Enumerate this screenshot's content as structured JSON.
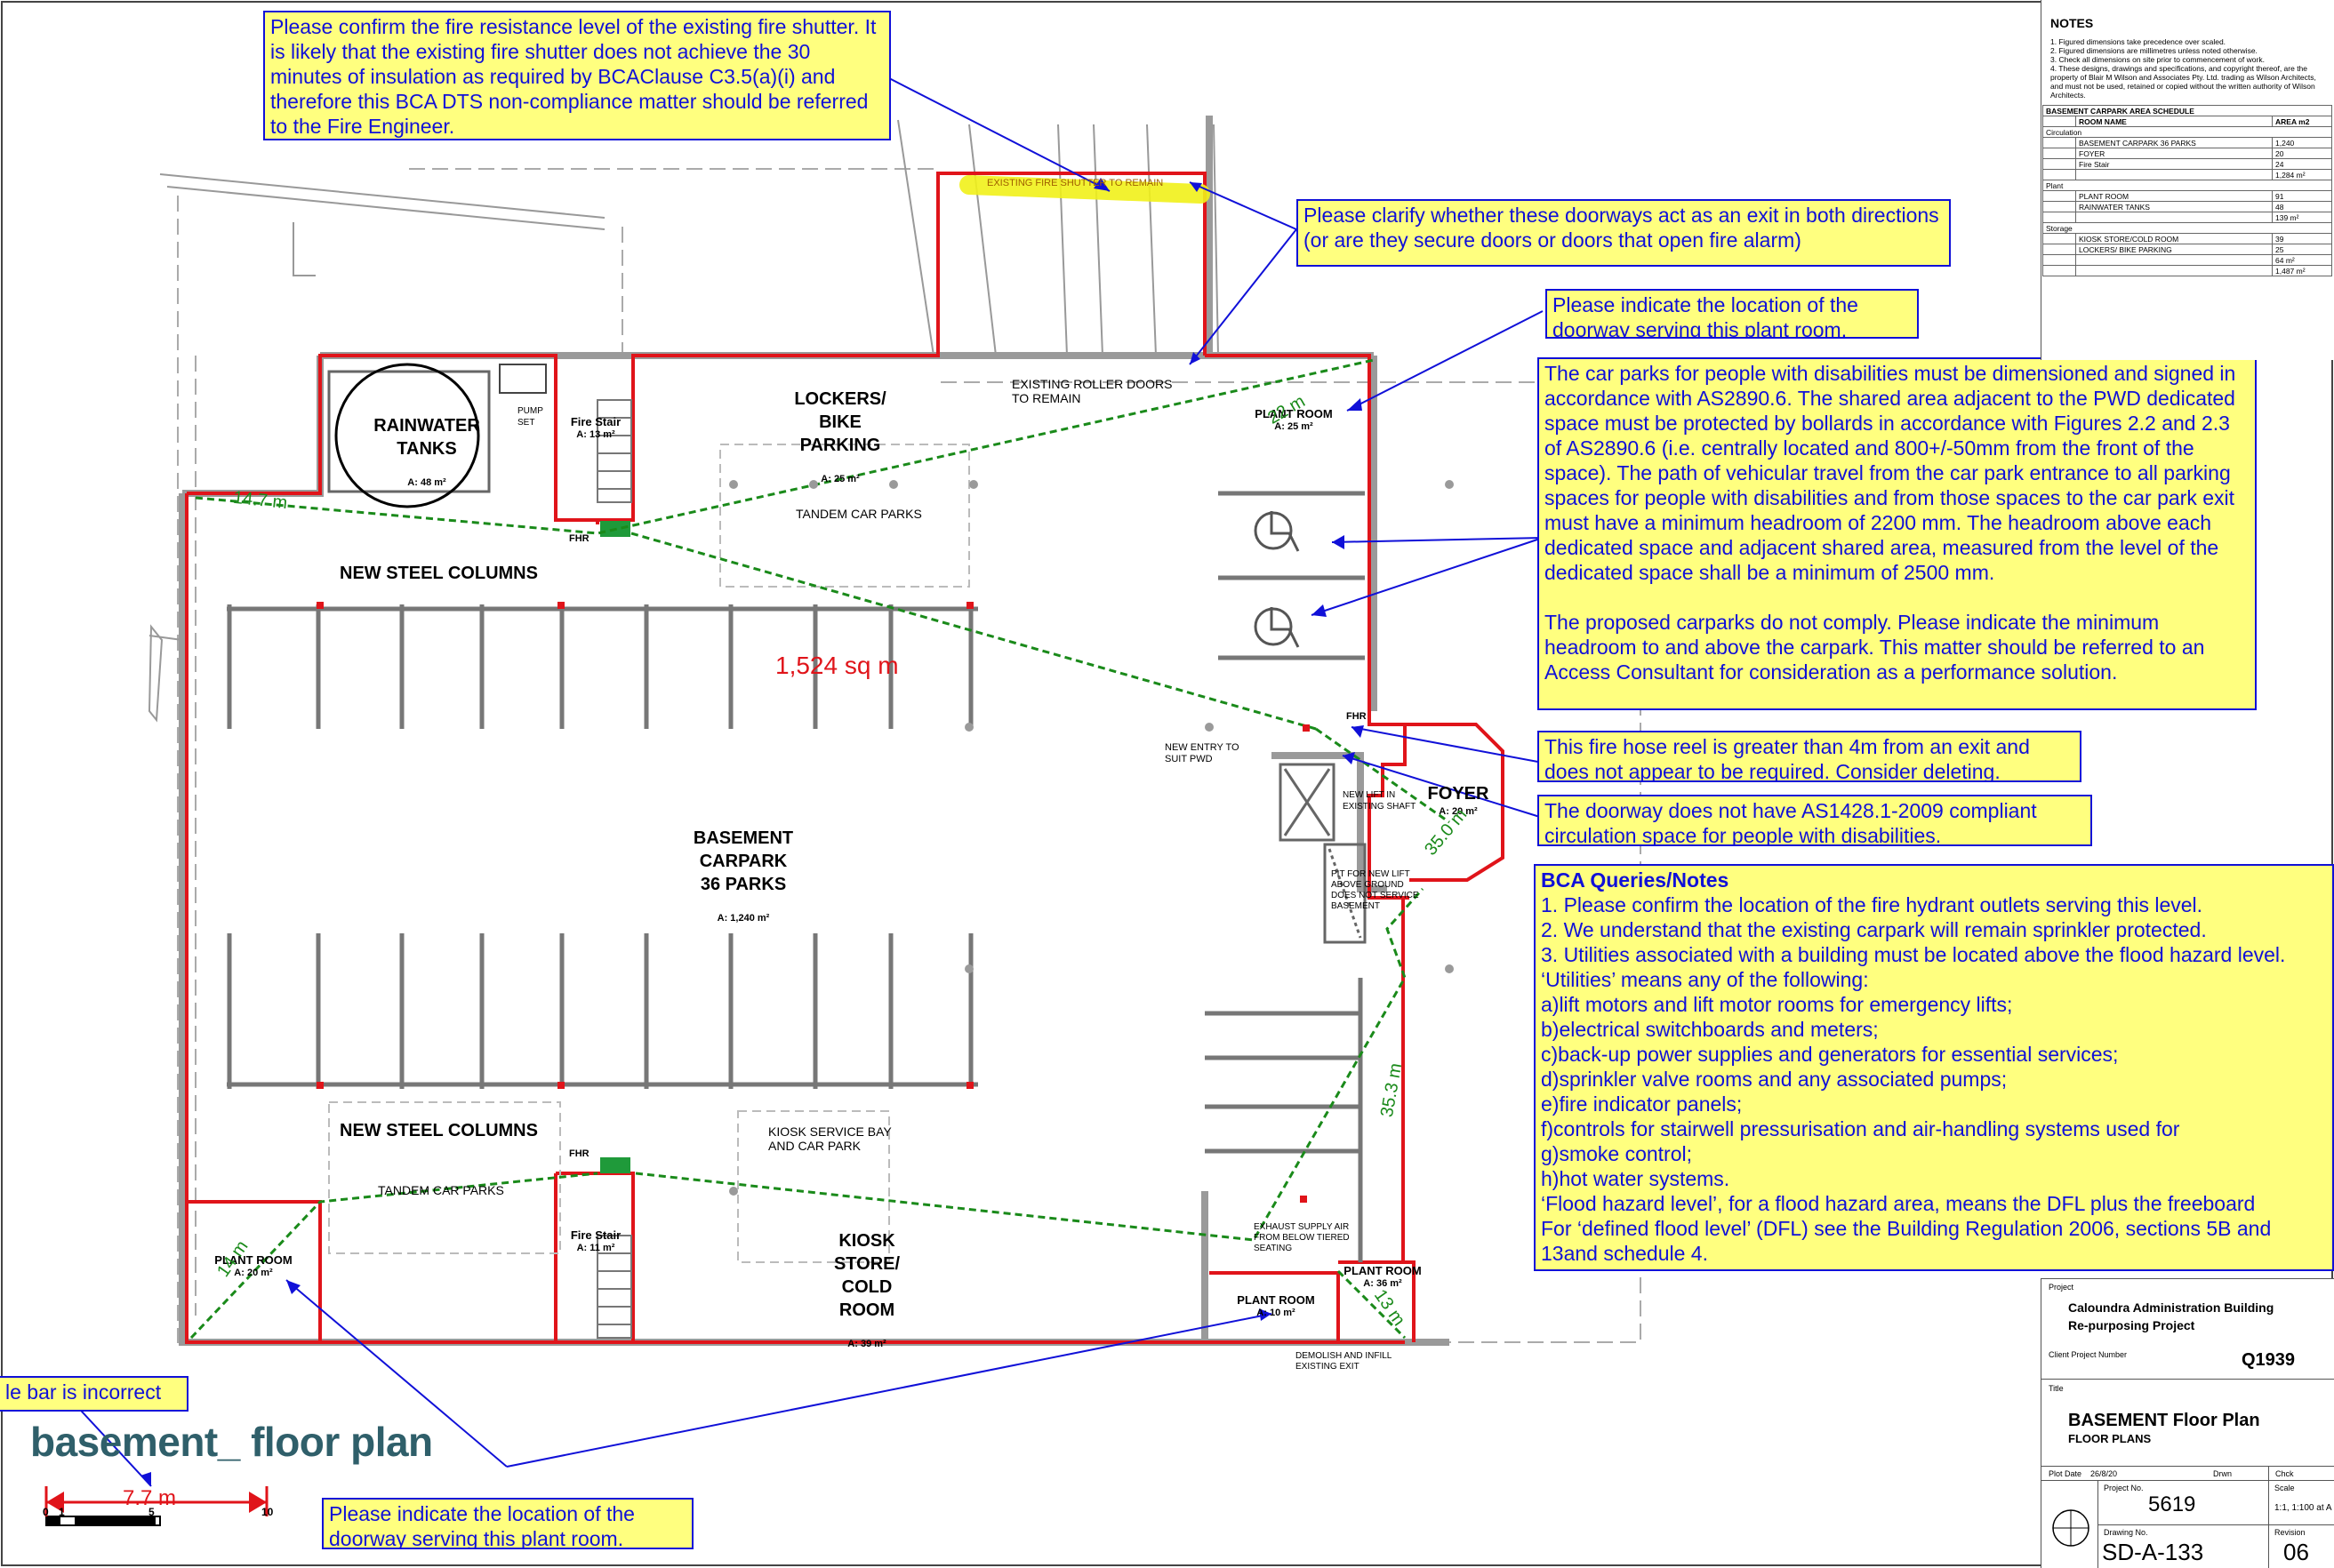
{
  "callouts": {
    "fire_shutter": "Please confirm the fire resistance level of the existing fire shutter.  It is likely that the existing fire shutter does not achieve the 30 minutes of insulation as required by BCAClause C3.5(a)(i) and therefore this BCA DTS non-compliance matter should be referred to the Fire Engineer.",
    "doorways_exit": "Please clarify whether these doorways act as an exit in both directions (or are they secure doors or doors that open fire alarm)",
    "plant_room_doorway_top": "Please indicate the location of the doorway serving this plant room.",
    "pwd_carparks": "The car parks for people with disabilities must be dimensioned and signed in accordance with AS2890.6.  The shared area adjacent to the PWD dedicated space must be protected by bollards in accordance with Figures 2.2 and 2.3 of AS2890.6 (i.e. centrally located and 800+/-50mm from the front of the space). The path of vehicular travel from the car park entrance to all parking spaces for people with disabilities and from those spaces to the car park exit must have a minimum headroom of 2200 mm.  The headroom above each dedicated space and adjacent shared area, measured from the level of the dedicated space shall be a minimum of 2500 mm.\n\nThe proposed carparks do not comply.  Please indicate the minimum headroom to and above the carpark.  This matter should be referred to an Access Consultant for consideration as a performance solution.",
    "fire_hose_reel": "This fire hose reel is greater than 4m from an exit and does not appear to be required.  Consider deleting.",
    "doorway_circulation": "The doorway does not have AS1428.1-2009 compliant circulation space for people with disabilities.",
    "bca_title": "BCA Queries/Notes",
    "bca_body": "1. Please confirm the location of the fire hydrant outlets serving this level.\n2. We understand that the existing carpark will remain sprinkler protected.\n3. Utilities associated with a building must be located above the flood hazard level.\n‘Utilities’ means any of the following:\n   a)lift motors and lift motor rooms for emergency lifts;\n   b)electrical switchboards and meters;\n   c)back-up power supplies and generators for essential services;\n   d)sprinkler valve rooms and any associated pumps;\n   e)fire indicator panels;\n   f)controls for stairwell pressurisation and air-handling systems used for\n   g)smoke control;\n   h)hot water systems.\n‘Flood hazard level’, for a flood hazard area, means the DFL plus the freeboard\nFor ‘defined flood level’ (DFL) see the Building Regulation 2006, sections 5B and 13and schedule 4.",
    "scale_bar": "le bar is incorrect",
    "plant_room_doorway_bottom": "Please indicate the location of the doorway serving this plant room."
  },
  "plan": {
    "title": "basement_ floor plan",
    "area_markup": "1,524 sq m",
    "rooms": {
      "rainwater": {
        "name": "RAINWATER\nTANKS",
        "area": "A: 48 m²"
      },
      "fire_stair_top": {
        "name": "Fire Stair",
        "area": "A: 13 m²"
      },
      "lockers": {
        "name": "LOCKERS/\nBIKE\nPARKING",
        "area": "A: 25 m²"
      },
      "plant_top": {
        "name": "PLANT ROOM",
        "area": "A: 25 m²"
      },
      "basement": {
        "name": "BASEMENT\nCARPARK\n36 PARKS",
        "area": "A: 1,240 m²"
      },
      "foyer": {
        "name": "FOYER",
        "area": "A: 20 m²"
      },
      "kiosk": {
        "name": "KIOSK\nSTORE/\nCOLD\nROOM",
        "area": "A: 39 m²"
      },
      "fire_stair_bottom": {
        "name": "Fire Stair",
        "area": "A: 11 m²"
      },
      "plant_left": {
        "name": "PLANT ROOM",
        "area": "A: 20 m²"
      },
      "plant_bottom": {
        "name": "PLANT ROOM",
        "area": "A: 10 m²"
      },
      "plant_right": {
        "name": "PLANT ROOM",
        "area": "A: 36 m²"
      }
    },
    "labels": {
      "existing_shutter": "EXISTING FIRE SHUTTER TO REMAIN",
      "roller_doors": "EXISTING ROLLER DOORS\nTO REMAIN",
      "pump_set": "PUMP\nSET",
      "fhr": "FHR",
      "tandem_top": "TANDEM CAR PARKS",
      "tandem_bottom": "TANDEM CAR PARKS",
      "steel_top": "NEW STEEL COLUMNS",
      "steel_bottom": "NEW STEEL COLUMNS",
      "new_entry": "NEW ENTRY TO\nSUIT PWD",
      "new_lift": "NEW LIFT IN\nEXISTING SHAFT",
      "pit": "PIT FOR NEW LIFT\nABOVE GROUND\nDOES NOT SERVICE\nBASEMENT",
      "kiosk_service": "KIOSK SERVICE BAY\nAND CAR PARK",
      "exhaust": "EXHAUST SUPPLY AIR\nFROM BELOW TIERED\nSEATING",
      "demolish": "DEMOLISH AND INFILL\nEXISTING EXIT"
    },
    "dimensions": {
      "d1": "14.7 m",
      "d2": "22 m",
      "d3": "35.0 m",
      "d4": "35.3 m",
      "d5": "14 m",
      "d6": "13 m",
      "scale_red": "7.7 m"
    },
    "scale_ticks": [
      "0",
      "1",
      "5",
      "10"
    ]
  },
  "notes_panel": {
    "heading": "NOTES",
    "notes": [
      "1. Figured dimensions take precedence over scaled.",
      "2. Figured dimensions are millimetres unless noted otherwise.",
      "3. Check all dimensions on site prior to commencement of work.",
      "4. These designs, drawings and specifications, and copyright thereof, are the property of Blair M Wilson and Associates Pty. Ltd. trading as Wilson Architects, and must not be used, retained or copied without the written authority of Wilson Architects."
    ],
    "schedule_title": "BASEMENT CARPARK  AREA SCHEDULE",
    "col_room": "ROOM NAME",
    "col_area": "AREA m2",
    "groups": [
      {
        "group": "Circulation",
        "rows": [
          [
            "BASEMENT CARPARK 36 PARKS",
            "1,240"
          ],
          [
            "FOYER",
            "20"
          ],
          [
            "Fire Stair",
            "24"
          ]
        ],
        "total": "1,284 m²"
      },
      {
        "group": "Plant",
        "rows": [
          [
            "PLANT ROOM",
            "91"
          ],
          [
            "RAINWATER TANKS",
            "48"
          ]
        ],
        "total": "139 m²"
      },
      {
        "group": "Storage",
        "rows": [
          [
            "KIOSK STORE/COLD ROOM",
            "39"
          ],
          [
            "LOCKERS/ BIKE PARKING",
            "25"
          ]
        ],
        "total": "64 m²"
      }
    ],
    "grand_total": "1,487 m²"
  },
  "title_block": {
    "project_label": "Project",
    "project_name": "Caloundra Administration Building\nRe-purposing Project",
    "client_label": "Client Project Number",
    "client_number": "Q1939",
    "title_label": "Title",
    "title": "BASEMENT Floor Plan",
    "subtitle": "FLOOR PLANS",
    "plot_label": "Plot Date",
    "plot_date": "26/8/20",
    "drawn_label": "Drwn",
    "check_label": "Chck",
    "project_no_label": "Project No.",
    "project_no": "5619",
    "scale_label": "Scale",
    "scale": "1:1, 1:100 at A",
    "drawing_no_label": "Drawing No.",
    "drawing_no": "SD-A-133",
    "revision_label": "Revision",
    "revision": "06"
  }
}
